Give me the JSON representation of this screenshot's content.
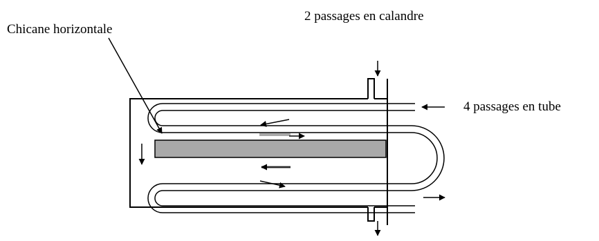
{
  "labels": {
    "baffle": "Chicane horizontale",
    "shell_passes": "2 passages en calandre",
    "tube_passes": "4 passages en tube"
  },
  "colors": {
    "line": "#000000",
    "baffle_fill": "#a9a9a9",
    "background": "#ffffff"
  }
}
